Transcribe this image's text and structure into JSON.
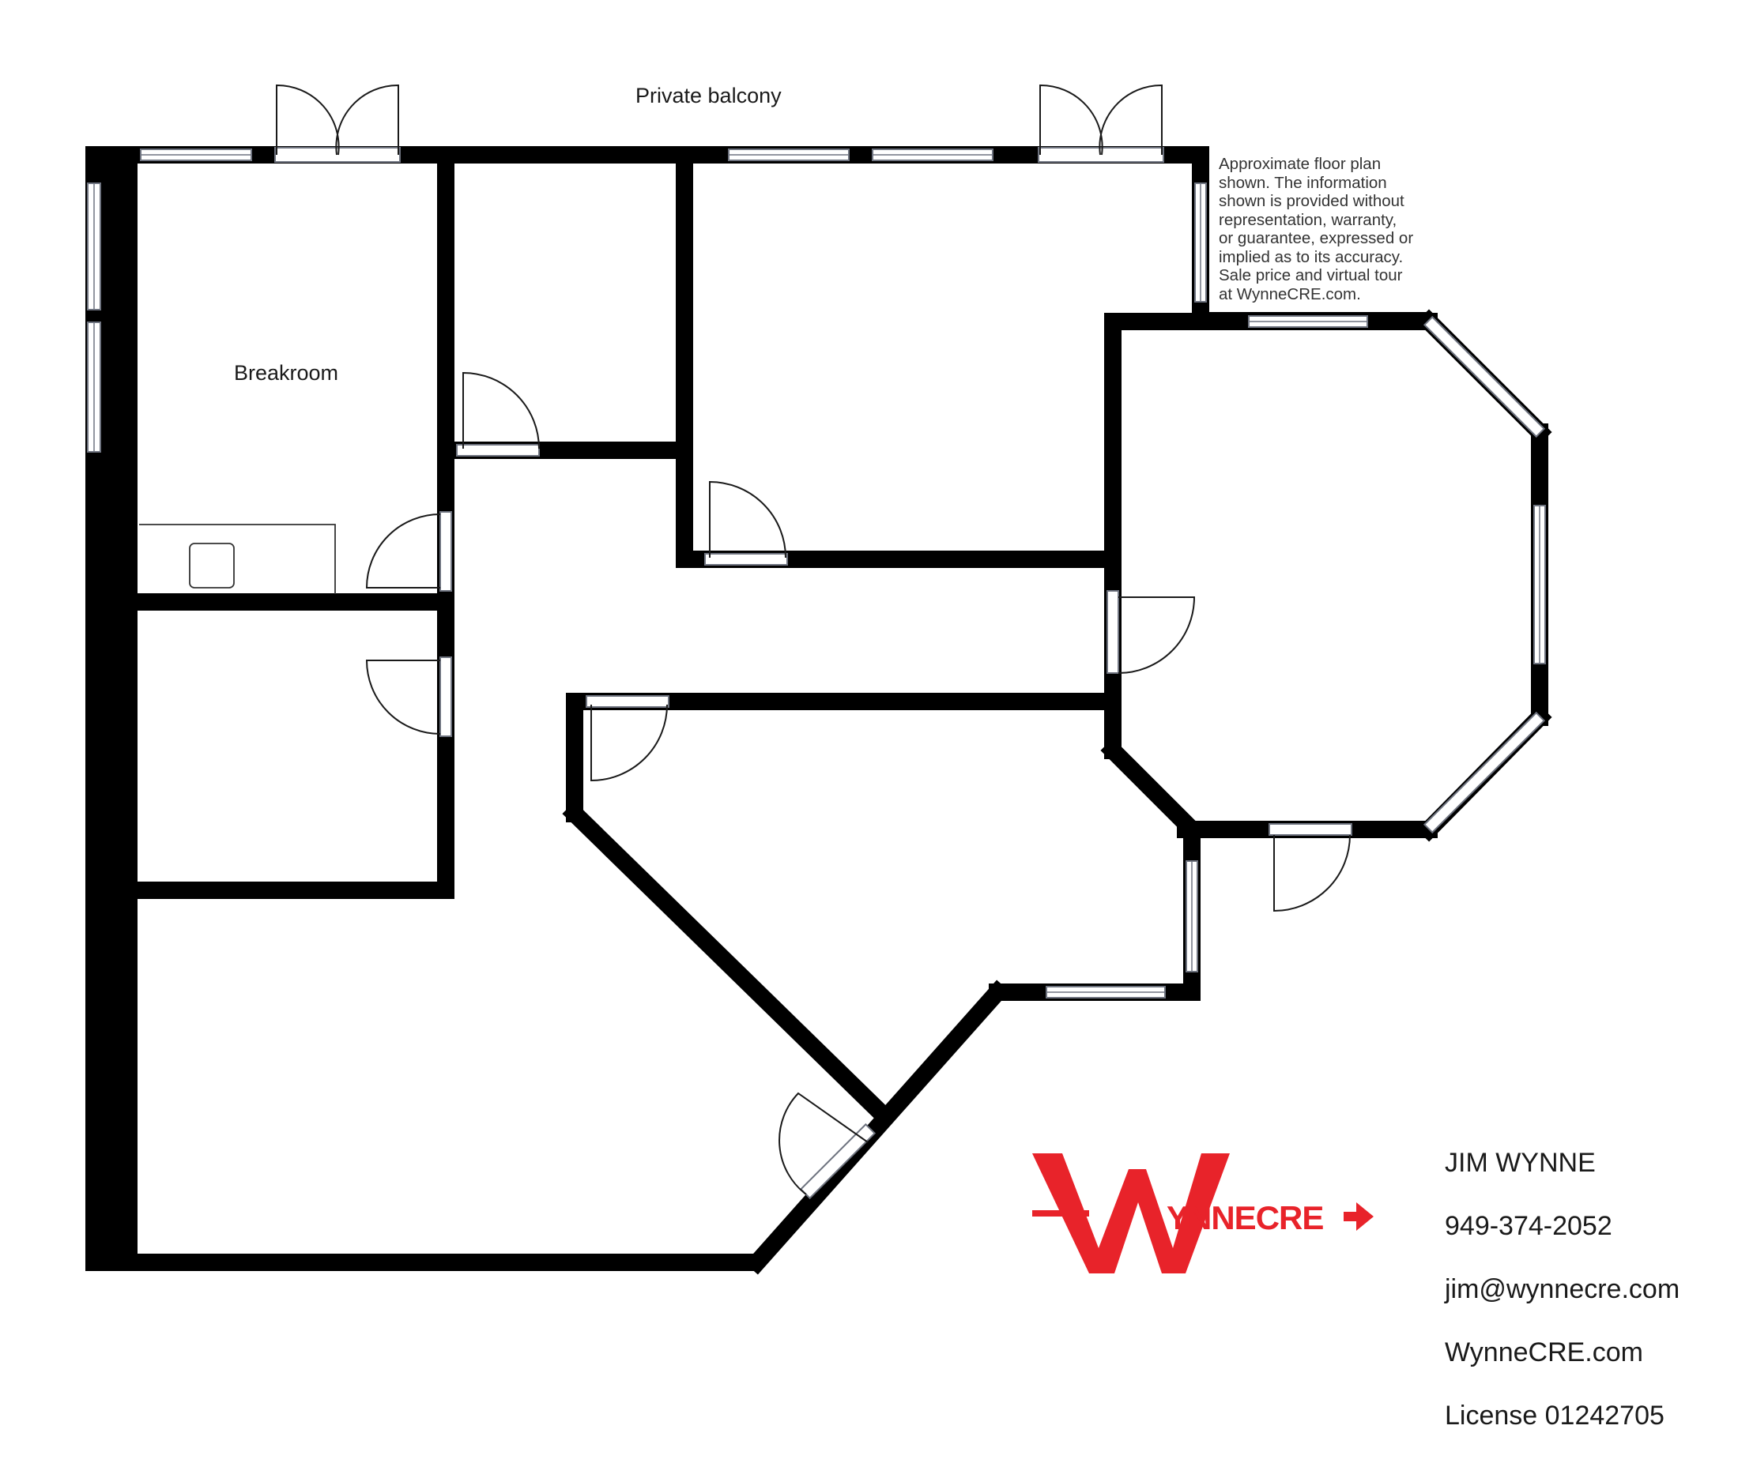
{
  "labels": {
    "balcony": "Private balcony",
    "breakroom": "Breakroom"
  },
  "disclaimer": "Approximate floor plan\nshown. The information\nshown is provided without\nrepresentation, warranty,\nor guarantee, expressed or\nimplied as to its accuracy.\nSale price and virtual tour\nat WynneCRE.com.",
  "contact": {
    "name": "JIM WYNNE",
    "phone": "949-374-2052",
    "email": "jim@wynnecre.com",
    "website": "WynneCRE.com",
    "license": "License 01242705"
  },
  "logo": {
    "text": "YNNECRE",
    "color": "#e8232a"
  },
  "colors": {
    "wall": "#000000",
    "window_frame": "#6f7480",
    "window_fill": "#ffffff"
  }
}
